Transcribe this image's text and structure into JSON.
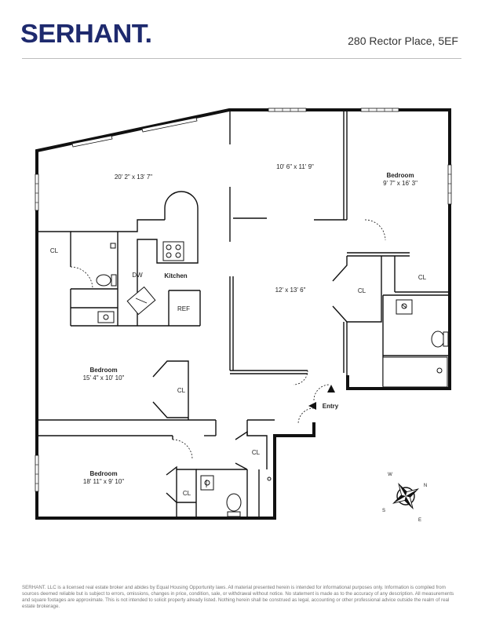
{
  "header": {
    "brand": "SERHANT.",
    "address": "280 Rector Place, 5EF"
  },
  "rooms": {
    "living": "20' 2\" x 13' 7\"",
    "dining": "10' 6\" x 11' 9\"",
    "bedroom_ne_label": "Bedroom",
    "bedroom_ne_dims": "9' 7\" x 16' 3\"",
    "foyer": "12' x 13' 6\"",
    "kitchen": "Kitchen",
    "dw": "DW",
    "ref": "REF",
    "bedroom_w_label": "Bedroom",
    "bedroom_w_dims": "15' 4\" x 10' 10\"",
    "bedroom_sw_label": "Bedroom",
    "bedroom_sw_dims": "18' 11\" x 9' 10\"",
    "entry": "Entry",
    "closet": "CL"
  },
  "compass": {
    "n": "N",
    "s": "S",
    "e": "E",
    "w": "W"
  },
  "disclaimer": "SERHANT. LLC is a licensed real estate broker and abides by Equal Housing Opportunity laws. All material presented herein is intended for informational purposes only. Information is compiled from sources deemed reliable but is subject to errors, omissions, changes in price, condition, sale, or withdrawal without notice. No statement is made as to the accuracy of any description. All measurements and square footages are approximate. This is not intended to solicit property already listed. Nothing herein shall be construed as legal, accounting or other professional advice outside the realm of real estate brokerage."
}
